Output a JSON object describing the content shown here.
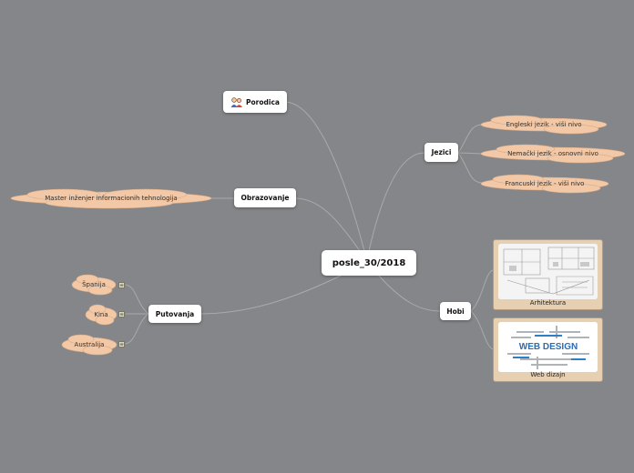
{
  "central": {
    "label": "posle_30/2018"
  },
  "branches": {
    "porodica": {
      "label": "Porodica",
      "icon": "family-icon"
    },
    "obrazovanje": {
      "label": "Obrazovanje"
    },
    "putovanja": {
      "label": "Putovanja"
    },
    "jezici": {
      "label": "Jezici"
    },
    "hobi": {
      "label": "Hobi"
    }
  },
  "leaves": {
    "master": "Master inženjer informacionih tehnologija",
    "spanija": "Španija",
    "kina": "Kina",
    "australija": "Australija",
    "engleski": "Engleski jezik - viši nivo",
    "nemacki": "Nemački jezik - osnovni nivo",
    "francuski": "Francuski jezik - viši nivo",
    "arhitektura": "Arhitektura",
    "webdizajn": "Web dizajn"
  },
  "web_design_image_text": "WEB DESIGN",
  "colors": {
    "background": "#848689",
    "cloud": "#f2c8a6",
    "card": "#e7cfb2",
    "link": "#a9aaac"
  }
}
